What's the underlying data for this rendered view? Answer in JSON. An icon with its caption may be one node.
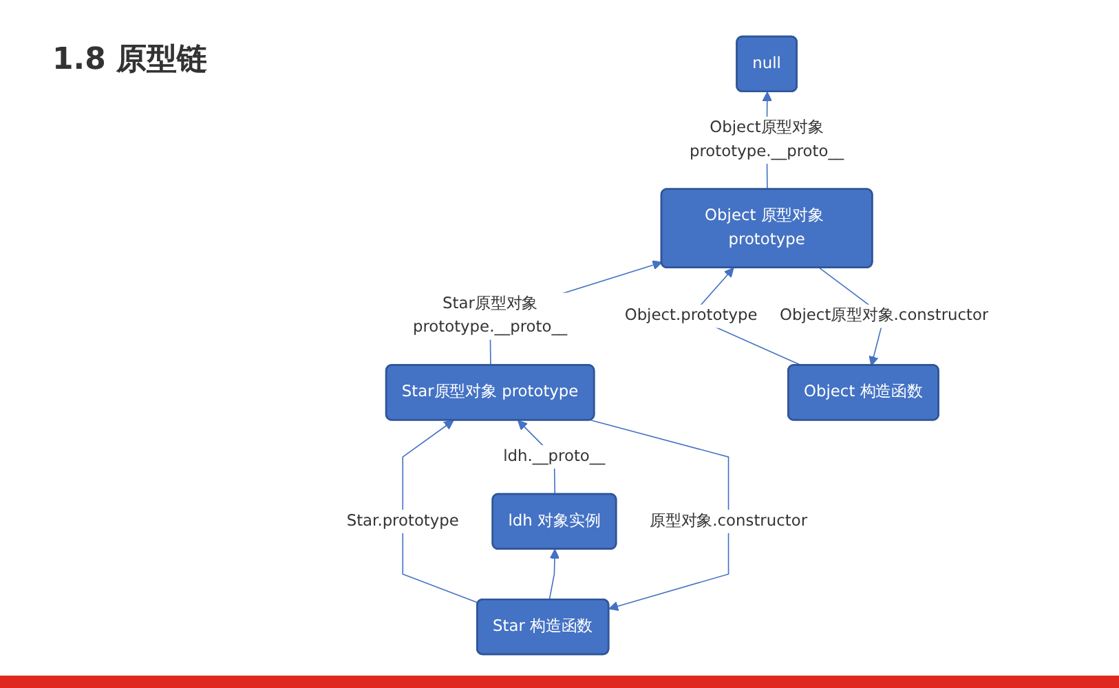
{
  "diagram": {
    "title": "1.8 原型链",
    "nodes": [
      {
        "text": [
          "Star 构造函数"
        ]
      },
      {
        "text": [
          "Star原型对象 prototype"
        ]
      },
      {
        "text": [
          "ldh 对象实例"
        ]
      },
      {
        "text": [
          "Object 构造函数"
        ]
      },
      {
        "text": [
          "Object 原型对象 prototype"
        ]
      },
      {
        "text": [
          "null"
        ]
      }
    ],
    "edges": [
      {
        "from": 0,
        "to": 1,
        "arrow": "to",
        "label": "Star.prototype"
      },
      {
        "from": 1,
        "to": 0,
        "arrow": "to",
        "label": "原型对象.constructor"
      },
      {
        "from": 0,
        "to": 2,
        "arrow": "to"
      },
      {
        "from": 2,
        "to": 1,
        "arrow": "to",
        "label": "ldh.__proto__"
      },
      {
        "from": 1,
        "to": 4,
        "arrow": "to",
        "label": "Star原型对象prototype.__proto__"
      },
      {
        "from": 3,
        "to": 4,
        "arrow": "to",
        "label": "Object.prototype"
      },
      {
        "from": 4,
        "to": 3,
        "arrow": "to",
        "label": "Object原型对象.constructor"
      },
      {
        "from": 4,
        "to": 5,
        "arrow": "to",
        "label": "Object原型对象prototype.__proto__"
      }
    ]
  }
}
